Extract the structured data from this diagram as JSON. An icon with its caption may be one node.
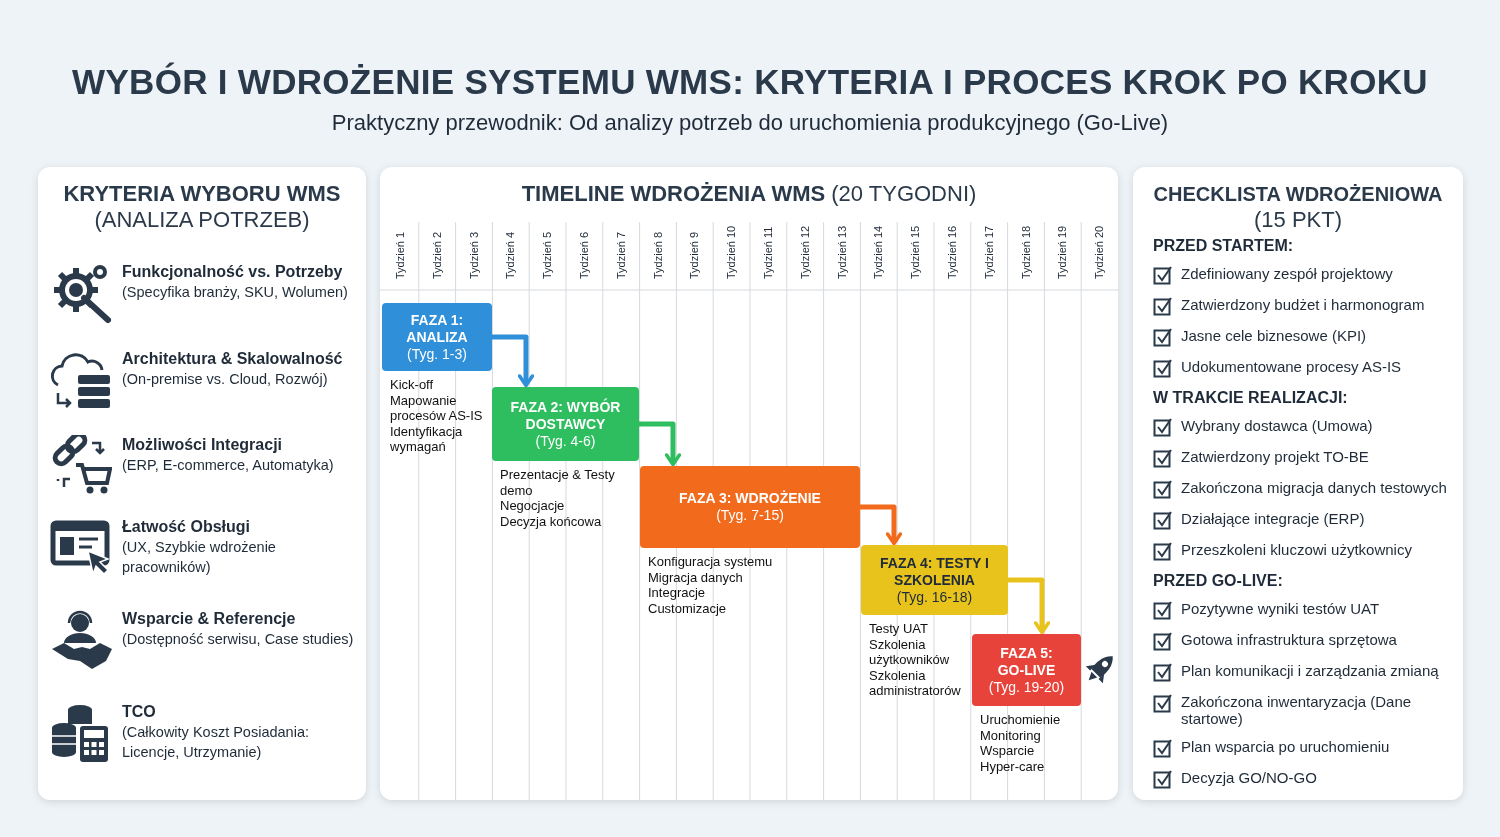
{
  "diagram": {
    "title": "WYBÓR I WDROŻENIE SYSTEMU WMS: KRYTERIA I PROCES KROK PO KROKU",
    "nodes": [
      {
        "text": [
          "KRYTERIA WYBORU WMS",
          "(ANALIZA POTRZEB)"
        ]
      },
      {
        "text": [
          "Funkcjonalność vs. Potrzeby",
          "(Specyfika branży, SKU, Wolumen)"
        ],
        "in": 0
      },
      {
        "text": [
          "Architektura & Skalowalność",
          "(On-premise vs. Cloud, Rozwój)"
        ],
        "in": 0
      },
      {
        "text": [
          "Możliwości Integracji",
          "(ERP, E-commerce, Automatyka)"
        ],
        "in": 0
      },
      {
        "text": [
          "Łatwość Obsługi",
          "(UX, Szybkie wdrożenie pracowników)"
        ],
        "in": 0
      },
      {
        "text": [
          "Wsparcie & Referencje",
          "(Dostępność serwisu, Case studies)"
        ],
        "in": 0
      },
      {
        "text": [
          "TCO",
          "(Całkowity Koszt Posiadania: Licencje, Utrzymanie)"
        ],
        "in": 0
      },
      {
        "text": [
          "**TIMELINE WDROŻENIA WMS** (20 TYGODNI)"
        ]
      },
      {
        "text": [
          "FAZA 1: ANALIZA",
          "(Tyg. 1-3)"
        ],
        "in": 7,
        "beside": [
          "Kick-off",
          "Mapowanie procesów AS-IS",
          "Identyfikacja wymagań"
        ]
      },
      {
        "text": [
          "FAZA 2: WYBÓR DOSTAWCY",
          "(Tyg. 4-6)"
        ],
        "in": 7,
        "beside": [
          "Prezentacje & Testy demo",
          "Negocjacje",
          "Decyzja końcowa"
        ]
      },
      {
        "text": [
          "FAZA 3: WDROŻENIE",
          "(Tyg. 7-15)"
        ],
        "in": 7,
        "beside": [
          "Konfiguracja systemu",
          "Migracja danych",
          "Integracje",
          "Customizacje"
        ]
      },
      {
        "text": [
          "FAZA 4: TESTY I SZKOLENIA",
          "(Tyg. 16-18)"
        ],
        "in": 7,
        "beside": [
          "Testy UAT",
          "Szkolenia użytkowników",
          "Szkolenia administratorów"
        ]
      },
      {
        "text": [
          "FAZA 5: GO-LIVE",
          "(Tyg. 19-20)"
        ],
        "in": 7,
        "beside": [
          "Uruchomienie",
          "Monitoring",
          "Wsparcie",
          "Hyper-care"
        ]
      },
      {
        "text": [
          "CHECKLISTA WDROŻENIOWA",
          "(15 PKT)"
        ]
      }
    ],
    "edges": [
      {
        "from": 8,
        "to": 9,
        "arrow": "to",
        "color": "#2f8fd8"
      },
      {
        "from": 9,
        "to": 10,
        "arrow": "to",
        "color": "#2ebd5f"
      },
      {
        "from": 10,
        "to": 11,
        "arrow": "to",
        "color": "#f26a1b"
      },
      {
        "from": 11,
        "to": 12,
        "arrow": "to",
        "color": "#e8c31c"
      }
    ],
    "labels": [
      "Praktyczny przewodnik: Od analizy potrzeb do uruchomienia produkcyjnego (Go-Live)",
      "Tydzień 1",
      "Tydzień 2",
      "Tydzień 3",
      "Tydzień 4",
      "Tydzień 5",
      "Tydzień 6",
      "Tydzień 7",
      "Tydzień 8",
      "Tydzień 9",
      "Tydzień 10",
      "Tydzień 11",
      "Tydzień 12",
      "Tydzień 13",
      "Tydzień 14",
      "Tydzień 15",
      "Tydzień 16",
      "Tydzień 17",
      "Tydzień 18",
      "Tydzień 19",
      "Tydzień 20",
      "PRZED STARTEM:",
      "Zdefiniowany zespół projektowy",
      "Zatwierdzony budżet i harmonogram",
      "Jasne cele biznesowe (KPI)",
      "Udokumentowane procesy AS-IS",
      "W TRAKCIE REALIZACJI:",
      "Wybrany dostawca (Umowa)",
      "Zatwierdzony projekt TO-BE",
      "Zakończona migracja danych testowych",
      "Działające integracje (ERP)",
      "Przeszkoleni kluczowi użytkownicy",
      "PRZED GO-LIVE:",
      "Pozytywne wyniki testów UAT",
      "Gotowa infrastruktura sprzętowa",
      "Plan komunikacji i zarządzania zmianą",
      "Zakończona inwentaryzacja (Dane startowe)",
      "Plan wsparcia po uruchomieniu",
      "Decyzja GO/NO-GO"
    ]
  }
}
